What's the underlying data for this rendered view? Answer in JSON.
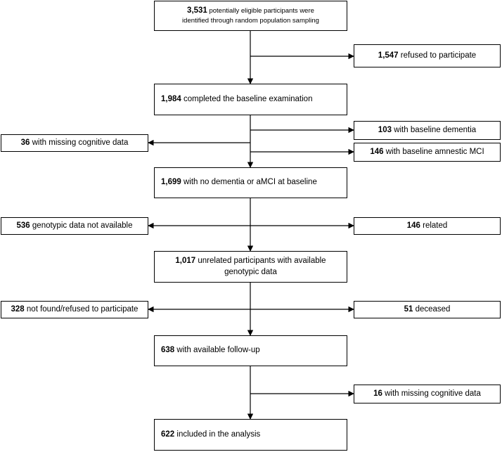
{
  "boxes": {
    "b1": {
      "num": "3,531",
      "text": "potentially eligible participants were",
      "line2": "identified through random population sampling"
    },
    "b2": {
      "num": "1,547",
      "text": "refused to participate"
    },
    "b3": {
      "num": "1,984",
      "text": "completed the baseline examination"
    },
    "b4": {
      "num": "103",
      "text": "with baseline dementia"
    },
    "b5": {
      "num": "36",
      "text": "with missing cognitive data"
    },
    "b6": {
      "num": "146",
      "text": "with baseline amnestic MCI"
    },
    "b7": {
      "num": "1,699",
      "text": "with no dementia or aMCI at baseline"
    },
    "b8": {
      "num": "536",
      "text": "genotypic data not available"
    },
    "b9": {
      "num": "146",
      "text": "related"
    },
    "b10": {
      "num": "1,017",
      "text": "unrelated participants with available",
      "line2": "genotypic data"
    },
    "b11": {
      "num": "328",
      "text": "not found/refused to participate"
    },
    "b12": {
      "num": "51",
      "text": "deceased"
    },
    "b13": {
      "num": "638",
      "text": "with available follow-up"
    },
    "b14": {
      "num": "16",
      "text": "with missing cognitive data"
    },
    "b15": {
      "num": "622",
      "text": "included in the analysis"
    }
  },
  "colors": {
    "line": "#000000",
    "background": "#ffffff"
  }
}
